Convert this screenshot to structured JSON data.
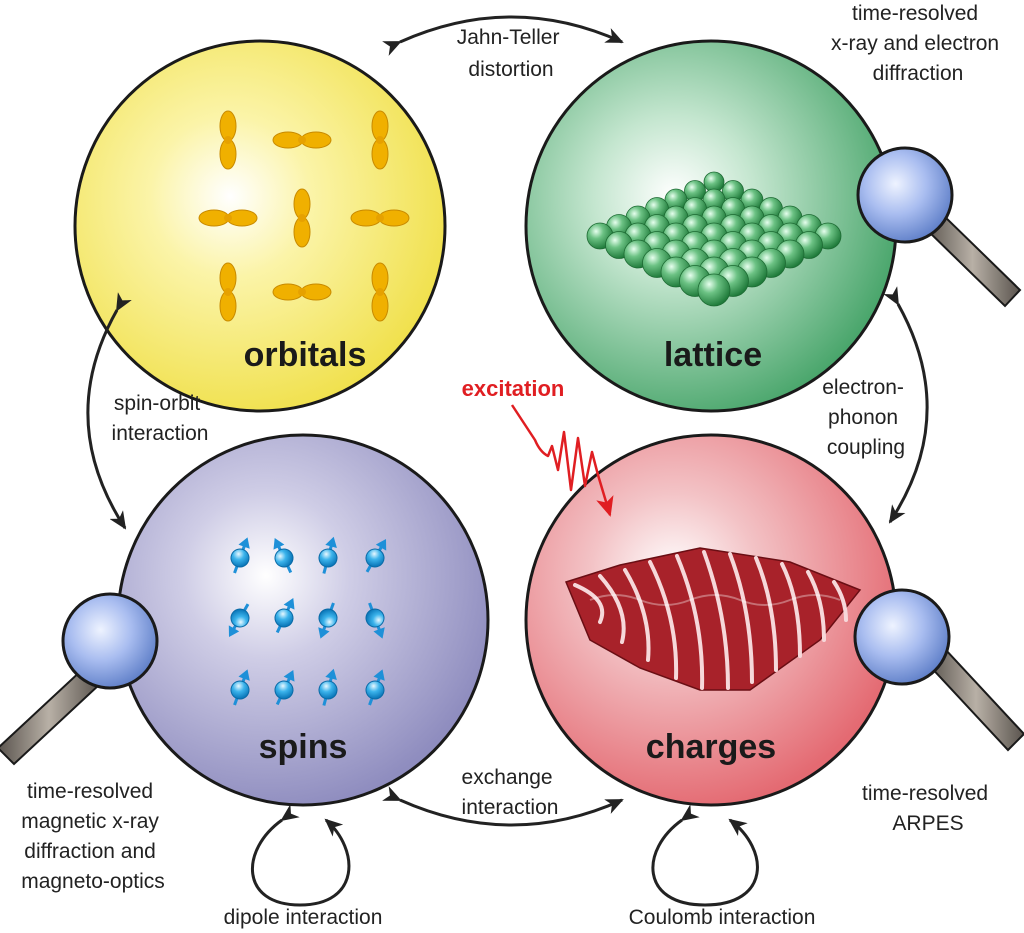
{
  "nodes": {
    "orbitals": {
      "label": "orbitals",
      "color": "#f4e85a"
    },
    "lattice": {
      "label": "lattice",
      "color": "#5cb27a"
    },
    "spins": {
      "label": "spins",
      "color": "#9a98c6"
    },
    "charges": {
      "label": "charges",
      "color": "#e8737a"
    }
  },
  "couplings": {
    "jahn_teller": [
      "Jahn-Teller",
      "distortion"
    ],
    "spin_orbit": [
      "spin-orbit",
      "interaction"
    ],
    "electron_phonon": [
      "electron-",
      "phonon",
      "coupling"
    ],
    "exchange": [
      "exchange",
      "interaction"
    ],
    "dipole": "dipole interaction",
    "coulomb": "Coulomb interaction"
  },
  "probes": {
    "diffraction": [
      "time-resolved",
      "x-ray and electron",
      "diffraction"
    ],
    "magnetic": [
      "time-resolved",
      "magnetic x-ray",
      "diffraction and",
      "magneto-optics"
    ],
    "arpes": [
      "time-resolved",
      "ARPES"
    ]
  },
  "excitation": "excitation",
  "colors": {
    "arrow": "#222222",
    "excitation": "#e01e22",
    "spin_ball": "#1ea0e0",
    "orbital_lobe": "#f0b000",
    "lattice_ball": "#3aa055",
    "magnifier_lens": "#7a99d8"
  }
}
